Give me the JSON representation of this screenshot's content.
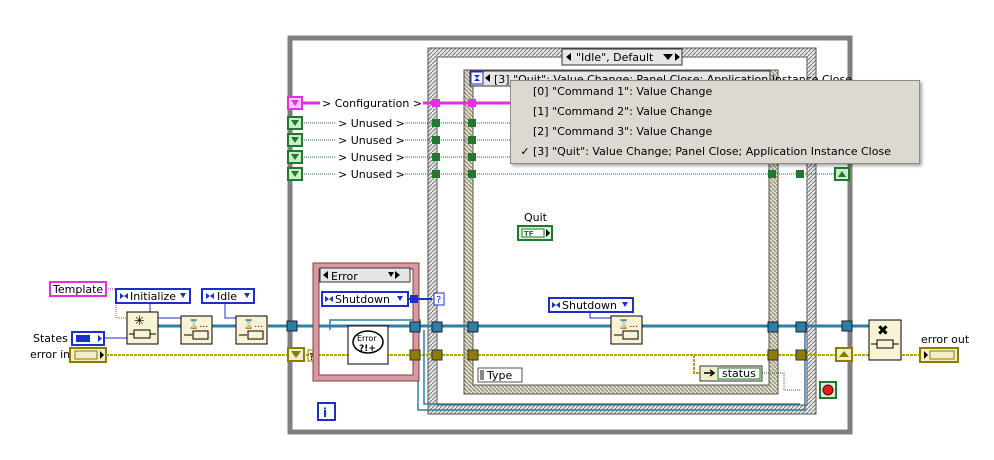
{
  "loop": {
    "case_selector": "\"Idle\", Default",
    "event_selector": "[3] \"Quit\": Value Change; Panel Close; Application Instance Close",
    "iteration_terminal": "i"
  },
  "cluster_labels": {
    "configuration": "> Configuration >",
    "unused": [
      "> Unused >",
      "> Unused >",
      "> Unused >",
      "> Unused >"
    ]
  },
  "inputs": {
    "template": "Template",
    "states": "States",
    "error_in": "error in"
  },
  "constants": {
    "initialize": "Initialize",
    "idle": "Idle",
    "shutdown_left": "Shutdown",
    "shutdown_right": "Shutdown",
    "error_case": "Error",
    "question_mark": "?",
    "error_glyph": "Error ?!+"
  },
  "controls": {
    "quit_label": "Quit",
    "quit_terminal": "TF",
    "type_label": "Type",
    "status_label": "status",
    "error_out": "error out"
  },
  "event_menu": {
    "items": [
      {
        "label": "[0] \"Command 1\": Value Change",
        "checked": false
      },
      {
        "label": "[1] \"Command 2\": Value Change",
        "checked": false
      },
      {
        "label": "[2] \"Command 3\": Value Change",
        "checked": false
      },
      {
        "label": "[3] \"Quit\": Value Change;  Panel Close;  Application Instance Close",
        "checked": true
      }
    ],
    "check_glyph": "✓"
  },
  "colors": {
    "error_wire": "#b8a400",
    "queue_wire": "#2e7fa6",
    "config_wire": "#e030e0",
    "unused_wire": "#1f7a2f",
    "enum_border": "#1c30c8",
    "structure": "#7f7f7f"
  }
}
